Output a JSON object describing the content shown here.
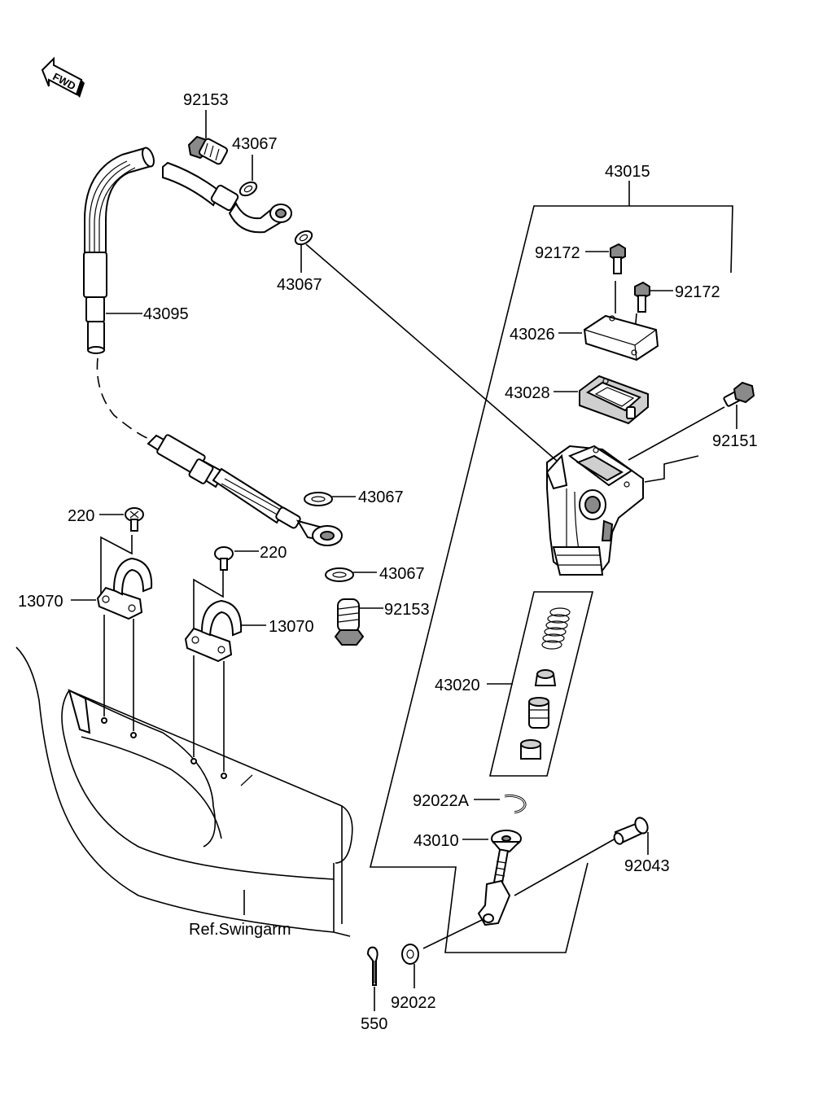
{
  "fwd_label": "FWD",
  "labels": {
    "bolt_92153_top": "92153",
    "washer_43067_a": "43067",
    "washer_43067_b": "43067",
    "assy_43015": "43015",
    "bolt_92172_a": "92172",
    "bolt_92172_b": "92172",
    "cap_43026": "43026",
    "diaphragm_43028": "43028",
    "bolt_92151": "92151",
    "hose_43095": "43095",
    "washer_43067_c": "43067",
    "washer_43067_d": "43067",
    "bolt_92153_bottom": "92153",
    "screw_220_a": "220",
    "screw_220_b": "220",
    "clamp_13070_a": "13070",
    "clamp_13070_b": "13070",
    "piston_kit_43020": "43020",
    "circlip_92022A": "92022A",
    "pushrod_43010": "43010",
    "pin_92043": "92043",
    "washer_92022": "92022",
    "cotter_pin_550": "550",
    "ref_swingarm": "Ref.Swingarm"
  }
}
